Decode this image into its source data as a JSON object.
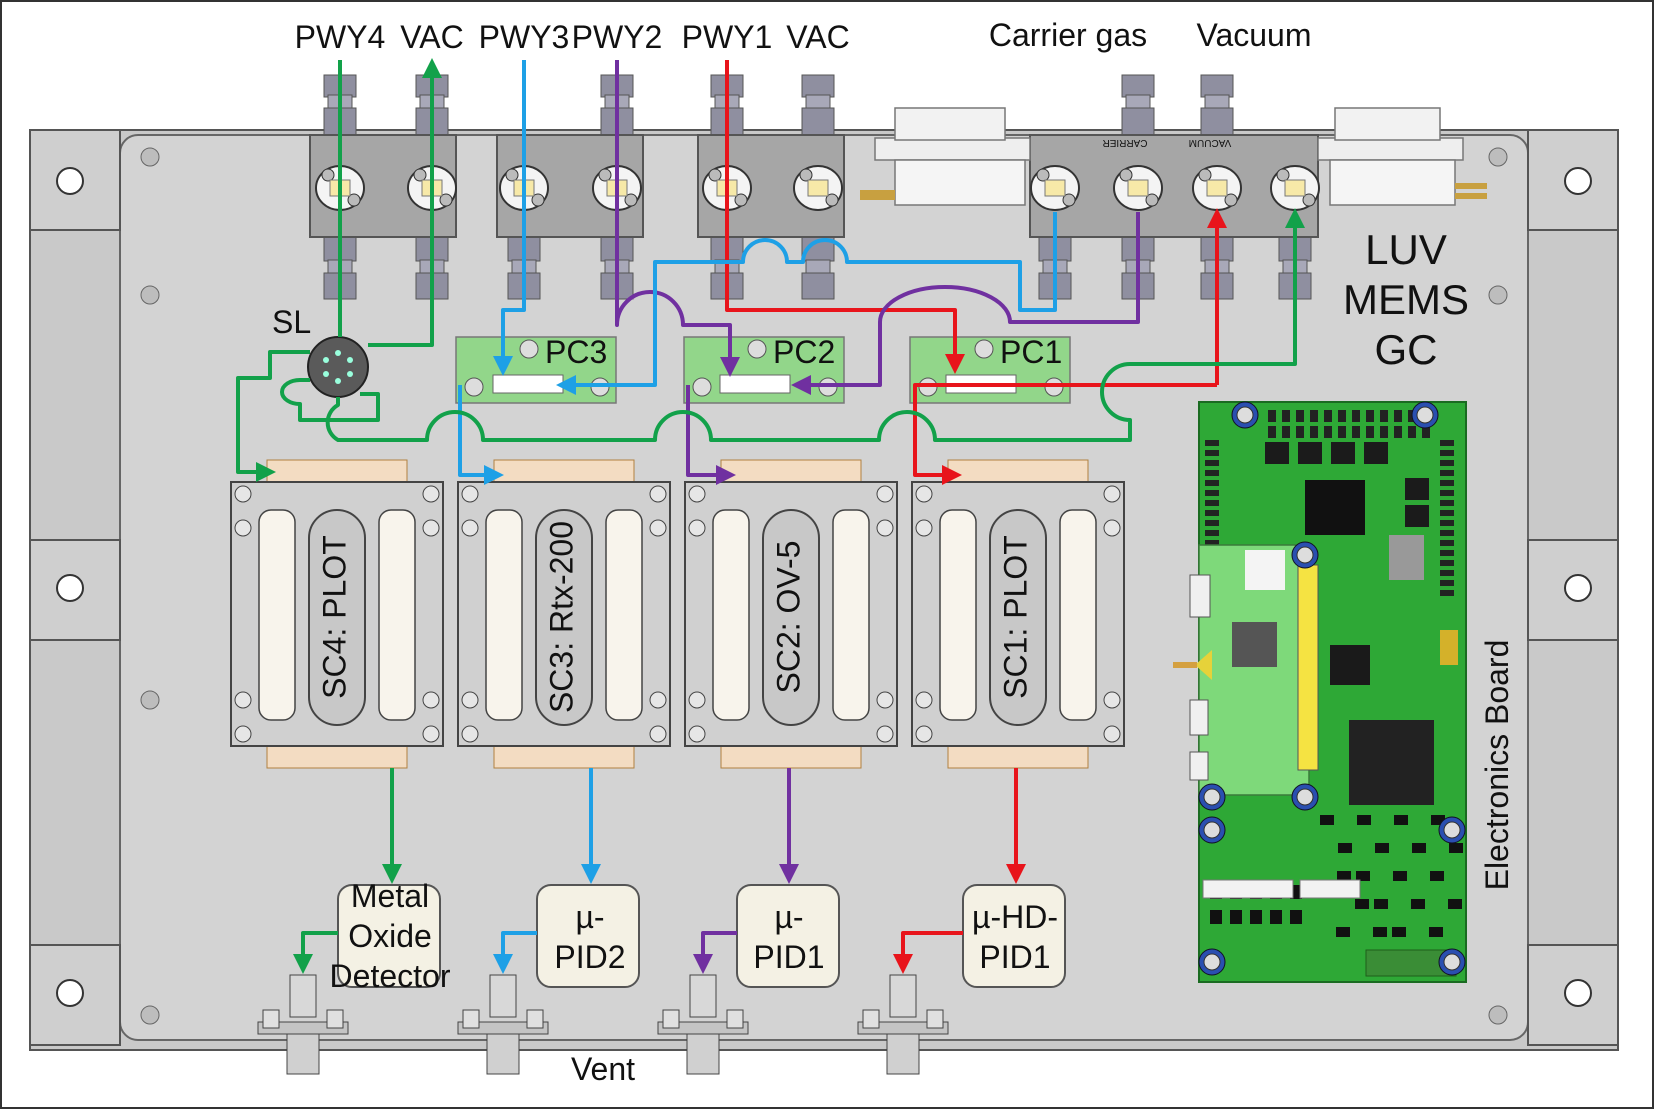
{
  "colors": {
    "pwy1": "#e8141b",
    "pwy2": "#7030a0",
    "pwy3": "#1ea0e6",
    "pwy4": "#12a14a",
    "plate": "#c8c8c8",
    "block": "#a6a6a6",
    "pcb": "#2ea836",
    "pc_board": "#92d68a",
    "detector": "#f4f1e4",
    "trap": "#f3dcc2"
  },
  "ports_top": {
    "pwy4": "PWY4",
    "vac_left": "VAC",
    "pwy3": "PWY3",
    "pwy2": "PWY2",
    "pwy1": "PWY1",
    "vac_right": "VAC",
    "carrier_gas": "Carrier gas",
    "vacuum": "Vacuum"
  },
  "manifold_labels": {
    "carrier": "CARRIER",
    "vacuum": "VACUUM"
  },
  "sample_loop": "SL",
  "title_lines": [
    "LUV",
    "MEMS",
    "GC"
  ],
  "pressure_controllers": [
    {
      "id": "pc3",
      "label": "PC3"
    },
    {
      "id": "pc2",
      "label": "PC2"
    },
    {
      "id": "pc1",
      "label": "PC1"
    }
  ],
  "columns": [
    {
      "id": "sc4",
      "label": "SC4: PLOT"
    },
    {
      "id": "sc3",
      "label": "SC3: Rtx-200"
    },
    {
      "id": "sc2",
      "label": "SC2: OV-5"
    },
    {
      "id": "sc1",
      "label": "SC1: PLOT"
    }
  ],
  "detectors": [
    {
      "id": "mox",
      "lines": [
        "Metal",
        "Oxide",
        "Detector"
      ]
    },
    {
      "id": "pid2",
      "lines": [
        "µ-",
        "PID2"
      ]
    },
    {
      "id": "pid1",
      "lines": [
        "µ-",
        "PID1"
      ]
    },
    {
      "id": "hdpid1",
      "lines": [
        "µ-HD-",
        "PID1"
      ]
    }
  ],
  "vent": "Vent",
  "electronics_board": "Electronics Board"
}
